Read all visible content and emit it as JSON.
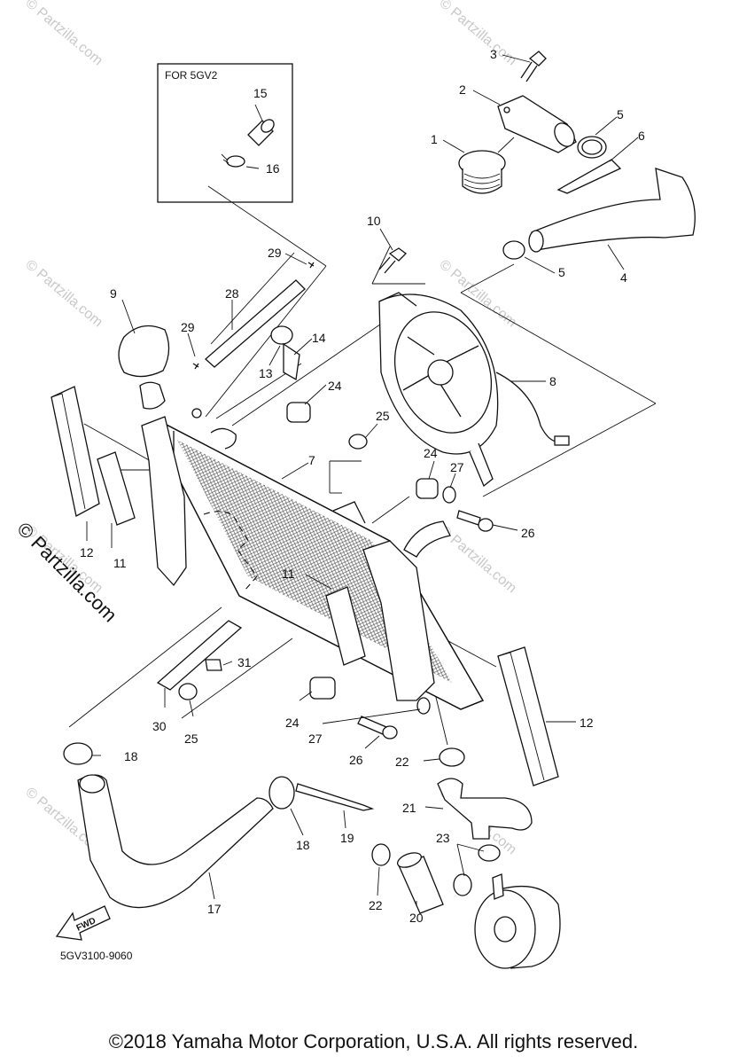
{
  "watermark": "© Partzilla.com",
  "side_watermark": "© Partzilla.com",
  "box_label": "FOR 5GV2",
  "diagram_code": "5GV3100-9060",
  "fwd_label": "FWD",
  "copyright": "©2018 Yamaha Motor Corporation, U.S.A. All rights reserved.",
  "callouts": {
    "c1": "1",
    "c2": "2",
    "c3": "3",
    "c4": "4",
    "c5a": "5",
    "c5b": "5",
    "c6": "6",
    "c7": "7",
    "c8": "8",
    "c9": "9",
    "c10": "10",
    "c11a": "11",
    "c11b": "11",
    "c12a": "12",
    "c12b": "12",
    "c13": "13",
    "c14": "14",
    "c15": "15",
    "c16": "16",
    "c17": "17",
    "c18a": "18",
    "c18b": "18",
    "c19": "19",
    "c20": "20",
    "c21": "21",
    "c22a": "22",
    "c22b": "22",
    "c23": "23",
    "c24a": "24",
    "c24b": "24",
    "c24c": "24",
    "c25a": "25",
    "c25b": "25",
    "c26a": "26",
    "c26b": "26",
    "c27a": "27",
    "c27b": "27",
    "c28": "28",
    "c29a": "29",
    "c29b": "29",
    "c30": "30",
    "c31": "31"
  }
}
